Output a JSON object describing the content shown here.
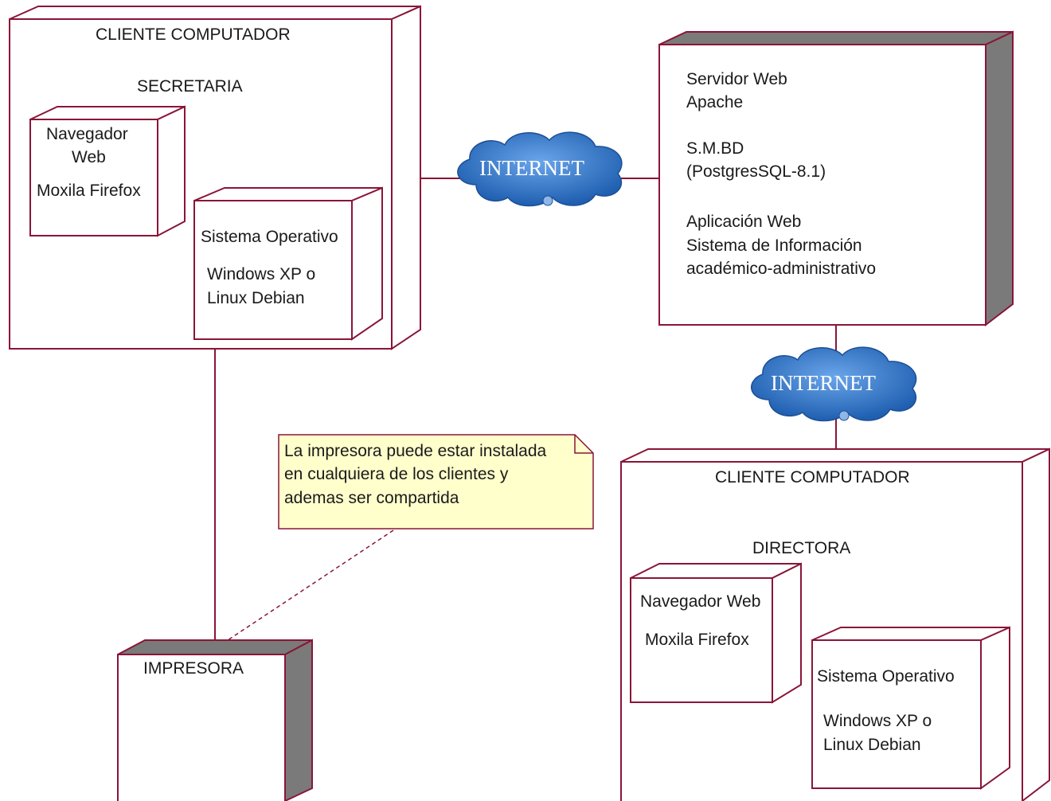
{
  "colors": {
    "node_border": "#8a1538",
    "node_shade": "#7a7a7a",
    "note_fill": "#ffffcc",
    "cloud_fill": "#3a78c8"
  },
  "client_secretaria": {
    "title": "CLIENTE COMPUTADOR",
    "subtitle": "SECRETARIA",
    "browser": {
      "line1": "Navegador",
      "line2": "Web",
      "line3": "Moxila Firefox"
    },
    "os": {
      "line1": "Sistema Operativo",
      "line2": "Windows XP o",
      "line3": "Linux Debian"
    }
  },
  "server": {
    "line1": "Servidor Web",
    "line2": "Apache",
    "line3": "S.M.BD",
    "line4": "(PostgresSQL-8.1)",
    "line5": "Aplicación Web",
    "line6": "Sistema de Información",
    "line7": "académico-administrativo"
  },
  "clouds": {
    "top": "INTERNET",
    "right": "INTERNET"
  },
  "note": {
    "line1": "La impresora puede estar instalada",
    "line2": "en cualquiera de los clientes y",
    "line3": "ademas ser compartida"
  },
  "printer": {
    "title": "IMPRESORA"
  },
  "client_directora": {
    "title": "CLIENTE COMPUTADOR",
    "subtitle": "DIRECTORA",
    "browser": {
      "line1": "Navegador Web",
      "line2": "Moxila Firefox"
    },
    "os": {
      "line1": "Sistema Operativo",
      "line2": "Windows XP o",
      "line3": "Linux Debian"
    }
  }
}
